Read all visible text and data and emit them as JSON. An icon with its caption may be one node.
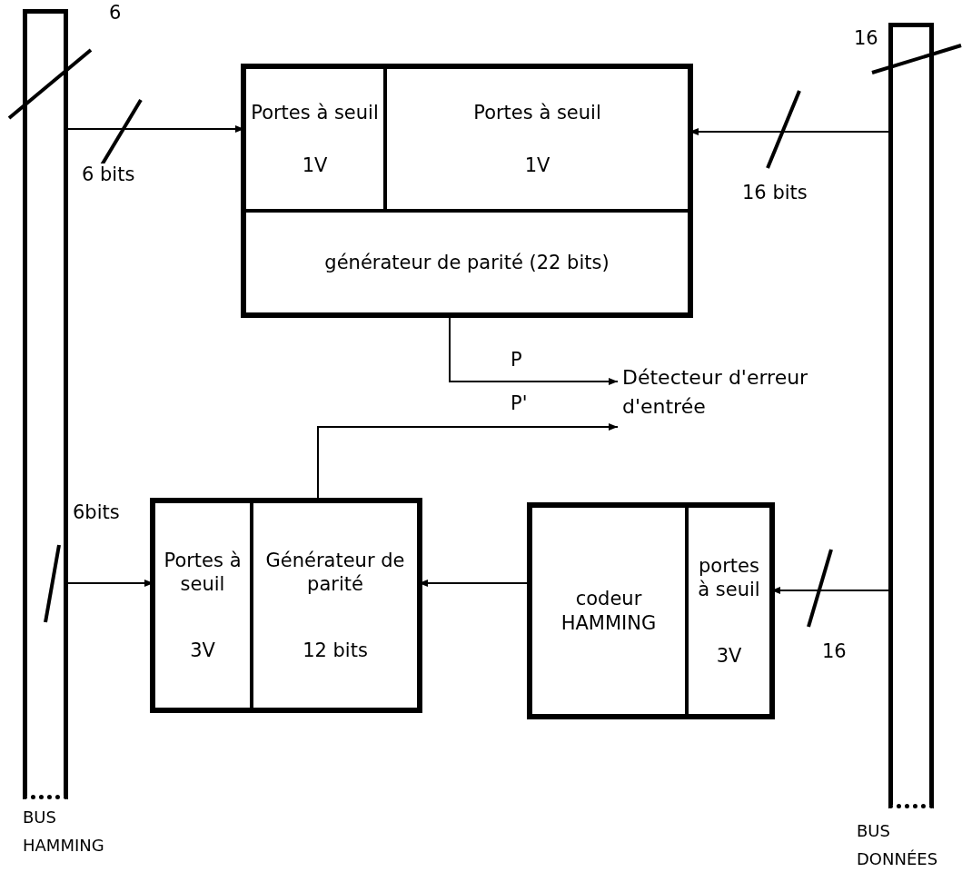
{
  "diagram": {
    "nodes": [
      {
        "text": [
          "BUS HAMMING"
        ],
        "beside": [
          "6"
        ]
      },
      {
        "text": [
          "BUS DONNÉES"
        ],
        "beside": [
          "16"
        ]
      },
      {
        "text": [],
        "shape": "box"
      },
      {
        "text": [
          "Portes à seuil",
          "1V"
        ],
        "in": 2
      },
      {
        "text": [
          "Portes à seuil",
          "1V"
        ],
        "in": 2
      },
      {
        "text": [
          "générateur de parité (22 bits)"
        ],
        "in": 2
      },
      {
        "text": [
          "Détecteur d'erreur d'entrée"
        ]
      },
      {
        "text": [],
        "shape": "box"
      },
      {
        "text": [
          "Portes à seuil",
          "3V"
        ],
        "in": 7
      },
      {
        "text": [
          "Générateur de parité",
          "12 bits"
        ],
        "in": 7
      },
      {
        "text": [],
        "shape": "box"
      },
      {
        "text": [
          "codeur HAMMING"
        ],
        "in": 10
      },
      {
        "text": [
          "portes à seuil",
          "3V"
        ],
        "in": 10
      }
    ],
    "edges": [
      {
        "from": 0,
        "to": 3,
        "arrow": "to",
        "label": "6 bits"
      },
      {
        "from": 1,
        "to": 4,
        "arrow": "to",
        "label": "16 bits"
      },
      {
        "from": 5,
        "to": 6,
        "arrow": "to",
        "label": "P"
      },
      {
        "from": 9,
        "to": 6,
        "arrow": "to",
        "label": "P'"
      },
      {
        "from": 0,
        "to": 8,
        "arrow": "to",
        "label": "6bits"
      },
      {
        "from": 11,
        "to": 9,
        "arrow": "to"
      },
      {
        "from": 1,
        "to": 12,
        "arrow": "to",
        "label": "16"
      }
    ]
  }
}
